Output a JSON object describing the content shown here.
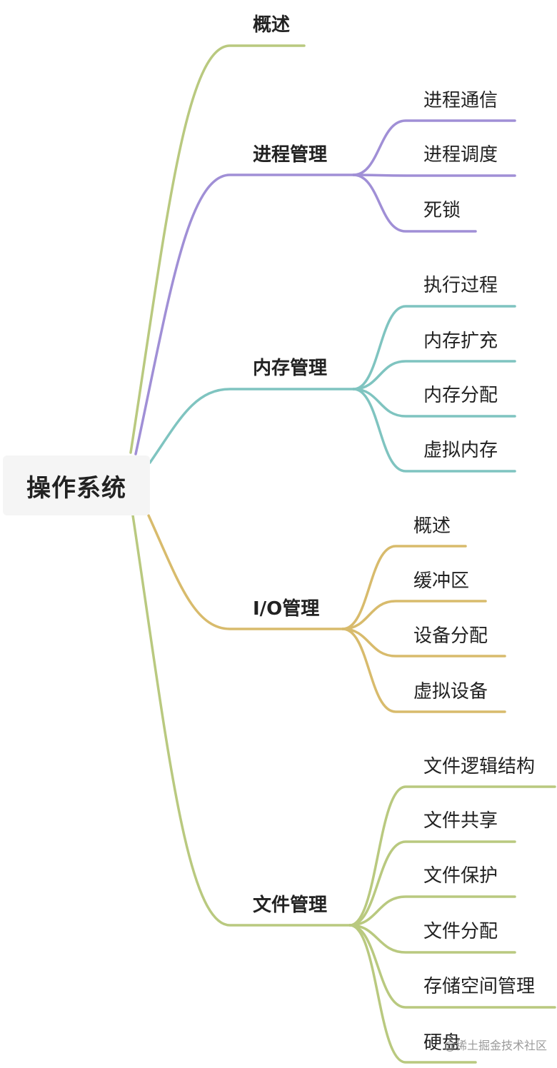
{
  "root": {
    "label": "操作系统"
  },
  "colors": {
    "green": "#b9c97f",
    "purple": "#a08fd6",
    "teal": "#7fc4c0",
    "gold": "#d8bb6c"
  },
  "branches": [
    {
      "label": "概述",
      "color": "green",
      "children": []
    },
    {
      "label": "进程管理",
      "color": "purple",
      "children": [
        "进程通信",
        "进程调度",
        "死锁"
      ]
    },
    {
      "label": "内存管理",
      "color": "teal",
      "children": [
        "执行过程",
        "内存扩充",
        "内存分配",
        "虚拟内存"
      ]
    },
    {
      "label": "I/O管理",
      "color": "gold",
      "children": [
        "概述",
        "缓冲区",
        "设备分配",
        "虚拟设备"
      ]
    },
    {
      "label": "文件管理",
      "color": "green",
      "children": [
        "文件逻辑结构",
        "文件共享",
        "文件保护",
        "文件分配",
        "存储空间管理",
        "硬盘"
      ]
    }
  ],
  "watermark": "@稀土掘金技术社区"
}
